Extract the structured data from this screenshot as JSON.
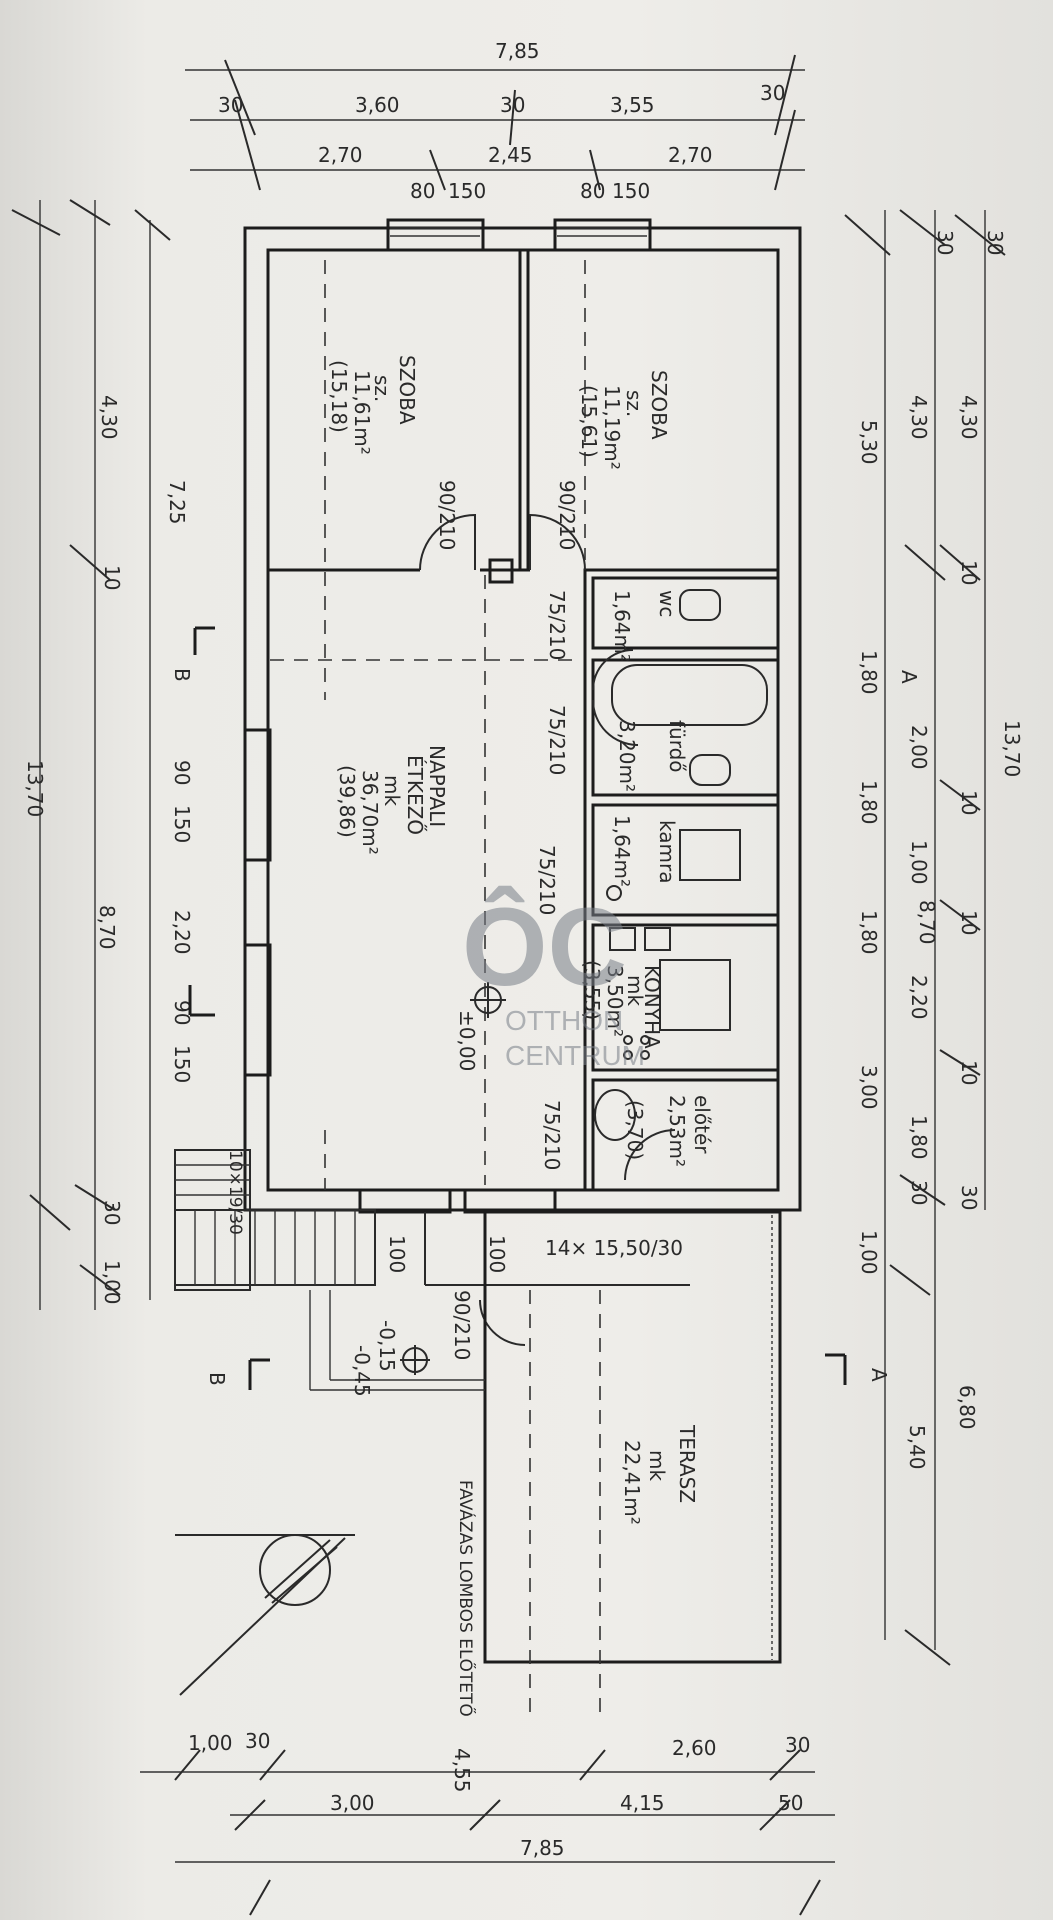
{
  "watermark": {
    "logo": "ÔC",
    "line1": "OTTHON",
    "line2": "CENTRUM"
  },
  "dimensions": {
    "top_total": "7,85",
    "top_row1": [
      "30",
      "3,60",
      "30",
      "3,55",
      "30"
    ],
    "top_row2": [
      "2,70",
      "2,45",
      "2,70"
    ],
    "window_top_left": [
      "80",
      "150"
    ],
    "window_top_right": [
      "80",
      "150"
    ],
    "left_total": "13,70",
    "left_upper": "4,30",
    "left_mid": "10",
    "left_main": "8,70",
    "left_inner": "7,25",
    "left_bottom": [
      "30",
      "1,00"
    ],
    "left_windows": [
      "90",
      "150",
      "2,20",
      "90",
      "150"
    ],
    "right_total": "13,70",
    "right_col1": [
      "5,30",
      "1,80",
      "1,80",
      "1,80",
      "3,00",
      "1,00"
    ],
    "right_col2": [
      "4,30",
      "2,00",
      "1,00",
      "8,70",
      "2,20",
      "1,80",
      "30"
    ],
    "right_col3": [
      "4,30",
      "10",
      "10",
      "10",
      "10",
      "30"
    ],
    "right_small": [
      "30",
      "30",
      "5,40",
      "6,80"
    ],
    "bottom_row1": [
      "1,00",
      "30",
      "4,55",
      "2,60",
      "30"
    ],
    "bottom_row2": [
      "3,00",
      "4,15",
      "50"
    ],
    "bottom_total": "7,85"
  },
  "rooms": {
    "bedroom1": {
      "name": "SZOBA",
      "code": "sz.",
      "area": "11,61m²",
      "ref": "(15,18)"
    },
    "bedroom2": {
      "name": "SZOBA",
      "code": "sz.",
      "area": "11,19m²",
      "ref": "(15,61)"
    },
    "living": {
      "name": "NAPPALI",
      "sub": "ÉTKEZŐ",
      "code": "mk",
      "area": "36,70m²",
      "ref": "(39,86)"
    },
    "wc": {
      "name": "wc",
      "area": "1,64m²"
    },
    "bath": {
      "name": "fürdő",
      "area": "3,20m²"
    },
    "pantry": {
      "name": "kamra",
      "area": "1,64m²"
    },
    "kitchen": {
      "name": "KONYHA",
      "code": "mk",
      "area": "3,50m²",
      "ref": "(3,55)"
    },
    "hall": {
      "name": "előtér",
      "area": "2,53m²",
      "ref": "(3,70)"
    },
    "terrace": {
      "name": "TERASZ",
      "code": "mk",
      "area": "22,41m²"
    }
  },
  "labels": {
    "doors": [
      "90/210",
      "90/210",
      "75/210",
      "75/210",
      "75/210",
      "75/210",
      "90/210"
    ],
    "windows_front": [
      "100",
      "100",
      "14× 15,50/30"
    ],
    "levels": [
      "±0,00",
      "-0,15",
      "-0,45"
    ],
    "section_marks": [
      "B",
      "B",
      "A",
      "A"
    ],
    "awning": "FAVÁZAS LOMBOS ELŐTETŐ",
    "stairs": "10×19/30"
  },
  "colors": {
    "ink": "#2a2a2a",
    "paper": "#eceae6",
    "watermark": "#7a808a"
  }
}
